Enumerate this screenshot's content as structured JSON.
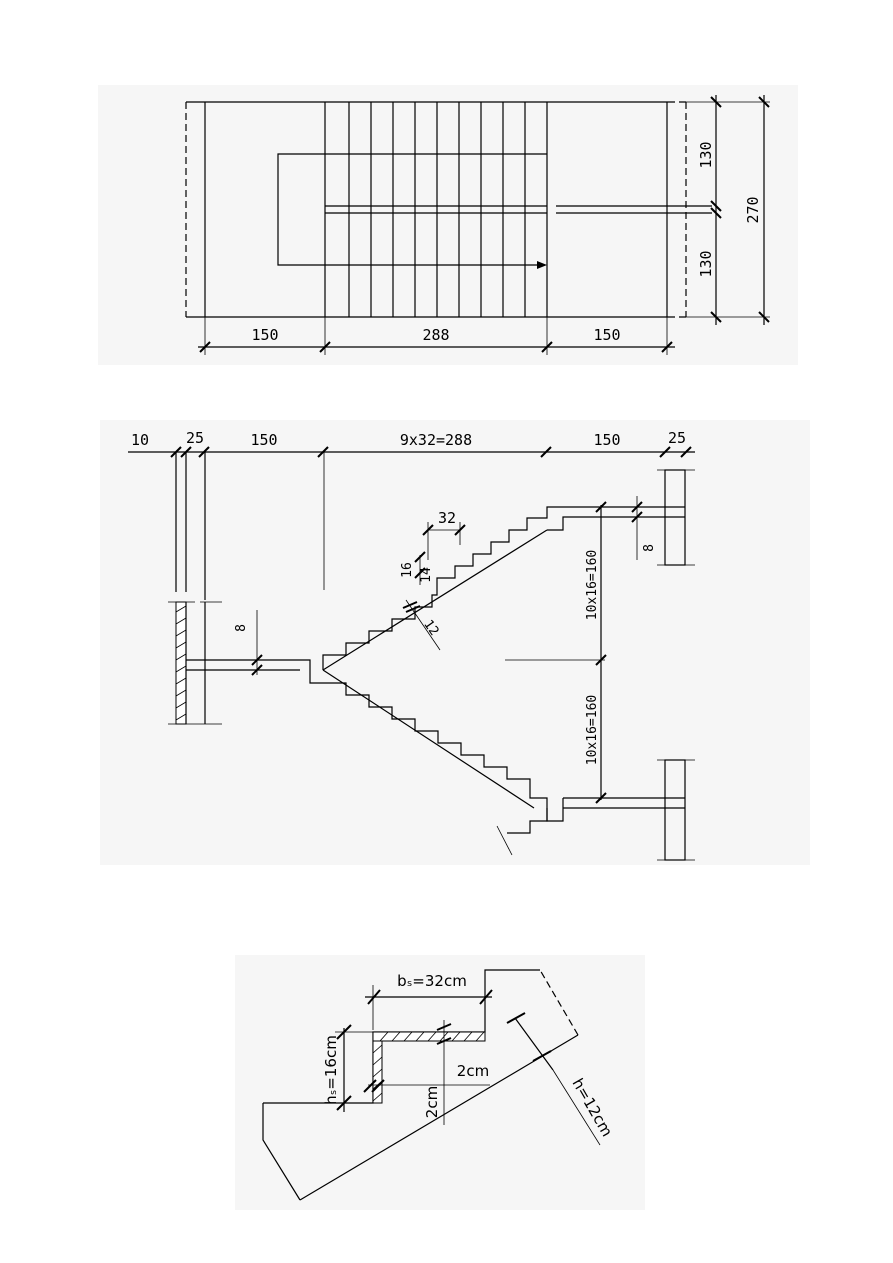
{
  "plan": {
    "dims_bottom": [
      "150",
      "288",
      "150"
    ],
    "dims_right": [
      "130",
      "130"
    ],
    "dim_total": "270"
  },
  "section": {
    "dims_top": [
      "10",
      "25",
      "150",
      "9x32=288",
      "150",
      "25"
    ],
    "tread": "32",
    "riser": "16",
    "slab_a": "14",
    "slab_b": "12",
    "landing_thk_left": "8",
    "landing_thk_right": "8",
    "flight_upper": "10x16=160",
    "flight_lower": "10x16=160"
  },
  "detail": {
    "bs": "bₛ=32cm",
    "hs": "hₛ=16cm",
    "h": "h=12cm",
    "finish_top": "2cm",
    "finish_side": "2cm"
  }
}
